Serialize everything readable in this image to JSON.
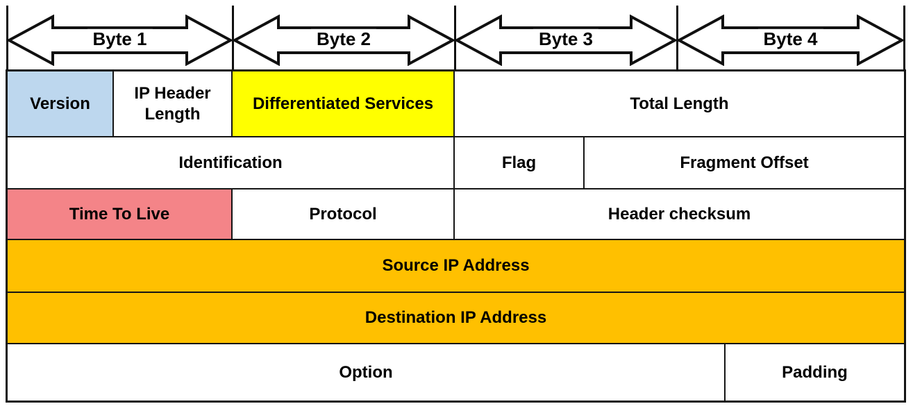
{
  "byte_ruler": {
    "labels": [
      "Byte 1",
      "Byte 2",
      "Byte 3",
      "Byte 4"
    ]
  },
  "header_table": {
    "rows": [
      {
        "cells": [
          {
            "label": "Version",
            "bg": "#BDD7EE"
          },
          {
            "label": "IP Header Length",
            "bg": "#FFFFFF"
          },
          {
            "label": "Differentiated Services",
            "bg": "#FFFF00"
          },
          {
            "label": "Total Length",
            "bg": "#FFFFFF"
          }
        ]
      },
      {
        "cells": [
          {
            "label": "Identification",
            "bg": "#FFFFFF"
          },
          {
            "label": "Flag",
            "bg": "#FFFFFF"
          },
          {
            "label": "Fragment Offset",
            "bg": "#FFFFFF"
          }
        ]
      },
      {
        "cells": [
          {
            "label": "Time To Live",
            "bg": "#F48488"
          },
          {
            "label": "Protocol",
            "bg": "#FFFFFF"
          },
          {
            "label": "Header checksum",
            "bg": "#FFFFFF"
          }
        ]
      },
      {
        "cells": [
          {
            "label": "Source IP Address",
            "bg": "#FFC000"
          }
        ]
      },
      {
        "cells": [
          {
            "label": "Destination IP Address",
            "bg": "#FFC000"
          }
        ]
      },
      {
        "cells": [
          {
            "label": "Option",
            "bg": "#FFFFFF"
          },
          {
            "label": "Padding",
            "bg": "#FFFFFF"
          }
        ]
      }
    ]
  },
  "colors": {
    "version_blue": "#BDD7EE",
    "services_yellow": "#FFFF00",
    "ttl_salmon": "#F48488",
    "address_orange": "#FFC000",
    "border_black": "#151515",
    "text_black": "#000000"
  }
}
